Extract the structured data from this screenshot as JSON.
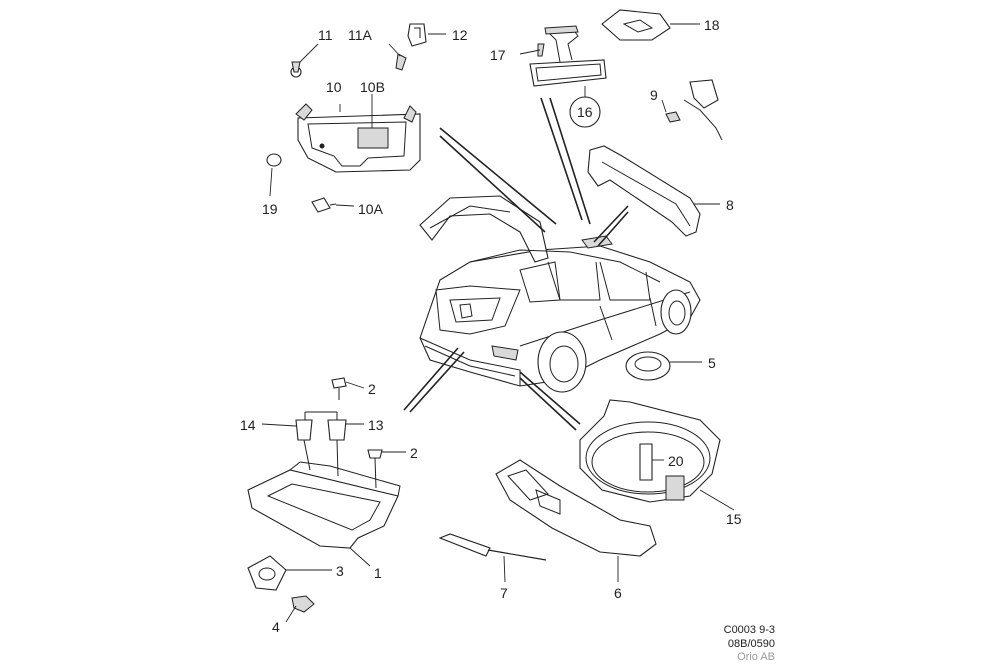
{
  "diagram": {
    "labels": {
      "p1": "1",
      "p2a": "2",
      "p2b": "2",
      "p3": "3",
      "p4": "4",
      "p5": "5",
      "p6": "6",
      "p7": "7",
      "p8": "8",
      "p9": "9",
      "p10": "10",
      "p10a": "10A",
      "p10b": "10B",
      "p11": "11",
      "p11a": "11A",
      "p12": "12",
      "p13": "13",
      "p14": "14",
      "p15": "15",
      "p16": "16",
      "p17": "17",
      "p18": "18",
      "p19": "19",
      "p20": "20"
    },
    "reference": {
      "line1": "C0003 9-3",
      "line2": "08B/0590",
      "line3": "Orio AB"
    }
  }
}
